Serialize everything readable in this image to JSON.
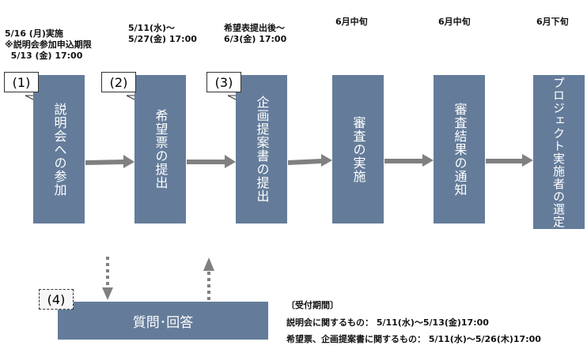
{
  "schedule": [
    "5/16 (月)実施\n※説明会参加申込期限\n  5/13 (金) 17:00",
    "5/11(水)～\n5/27(金) 17:00",
    "希望表提出後～\n6/3(金) 17:00",
    "6月中旬",
    "6月中旬",
    "6月下旬"
  ],
  "steps": [
    {
      "num": "(1)",
      "label": "説明会への参加"
    },
    {
      "num": "(2)",
      "label": "希望票の提出"
    },
    {
      "num": "(3)",
      "label": "企画提案書の提出"
    },
    {
      "label": "審査の実施"
    },
    {
      "label": "審査結果の通知"
    },
    {
      "label": "プロジェクト実施者の選定"
    }
  ],
  "qa": {
    "num": "(4)",
    "label": "質問･回答"
  },
  "reception": {
    "title": "〔受付期間〕",
    "line1": "説明会に関するもの： 5/11(水)～5/13(金)17:00",
    "line2": "希望票、企画提案書に関するもの： 5/11(水)～5/26(木)17:00"
  },
  "colors": {
    "box": "#647c9a",
    "arrow": "#808080"
  }
}
